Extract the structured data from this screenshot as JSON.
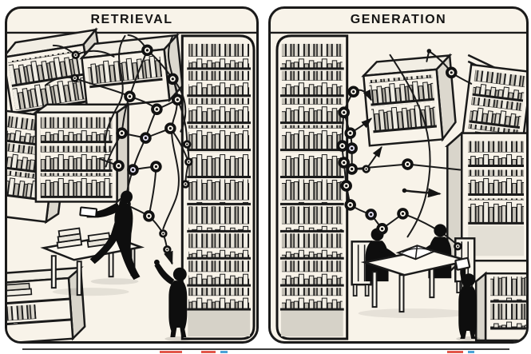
{
  "panels": [
    {
      "title": "RETRIEVAL",
      "objects": [
        "bookshelf",
        "tall-bookshelf",
        "reading-table",
        "stacked-books",
        "walking-reader-silhouette",
        "standing-person-silhouette",
        "retrieval-graph-nodes",
        "down-arrow"
      ]
    },
    {
      "title": "GENERATION",
      "objects": [
        "tall-bookshelf",
        "box-bookshelf",
        "corner-bookshelf",
        "open-cabinet",
        "small-bookshelf",
        "discussion-table",
        "open-book",
        "seated-person-silhouette",
        "seated-person-silhouette",
        "standing-person-with-card",
        "generation-graph-nodes",
        "right-arrow",
        "up-arrow"
      ]
    }
  ],
  "colors": {
    "canvas_background": "#ffffff",
    "panel_background": "#f8f3e9",
    "line_ink": "#1a1a1a",
    "book_shade_light": "#f0ede4",
    "book_shade_mid": "#dad6cc",
    "book_shade_dark": "#b3afa5",
    "side_panel_gray": "#d9d5cb",
    "silhouette": "#0e0e0e",
    "node_tint": "#dfdcf0",
    "artifact_red": "#e2564a",
    "artifact_blue": "#4aa3d8"
  },
  "bottom_strip": {
    "artifact_colors": [
      "#e2564a",
      "#e2564a",
      "#4aa3d8",
      "#e2564a",
      "#4aa3d8"
    ]
  }
}
